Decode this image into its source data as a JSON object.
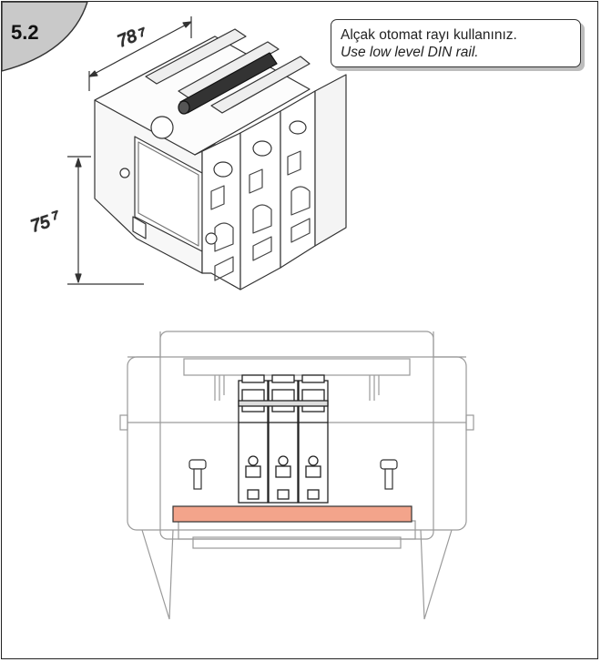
{
  "figure": {
    "number": "5.2",
    "dimension_width": "78",
    "dimension_height": "75"
  },
  "note": {
    "line_tr": "Alçak otomat rayı kullanınız.",
    "line_en": "Use low level DIN rail."
  },
  "colors": {
    "rail": "#f3a48b",
    "badge": "#c9c9c9",
    "note_shadow": "#bdbdbd",
    "line": "#333333",
    "light_line": "#9a9a9a"
  }
}
